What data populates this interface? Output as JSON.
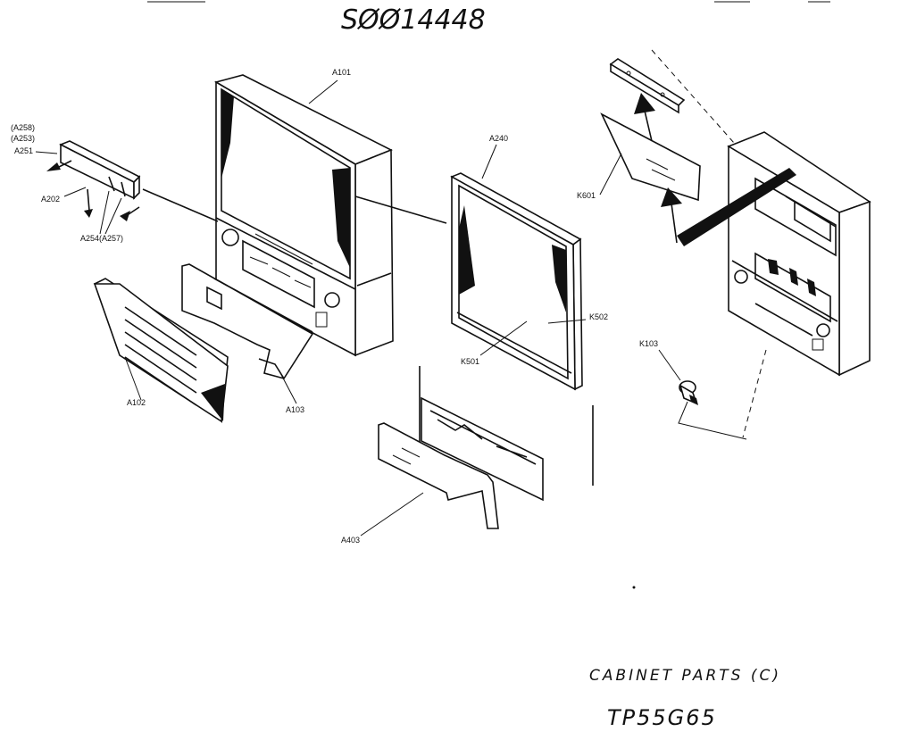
{
  "header": {
    "doc_number": "SØØ14448"
  },
  "footer": {
    "caption": "CABINET PARTS (C)",
    "model": "TP55G65"
  },
  "labels": {
    "a101": "A101",
    "a258": "(A258)",
    "a253": "(A253)",
    "a251": "A251",
    "a202": "A202",
    "a254": "A254(A257)",
    "a102": "A102",
    "a103": "A103",
    "a240": "A240",
    "k502": "K502",
    "k501": "K501",
    "a403": "A403",
    "k601": "K601",
    "k103": "K103"
  }
}
